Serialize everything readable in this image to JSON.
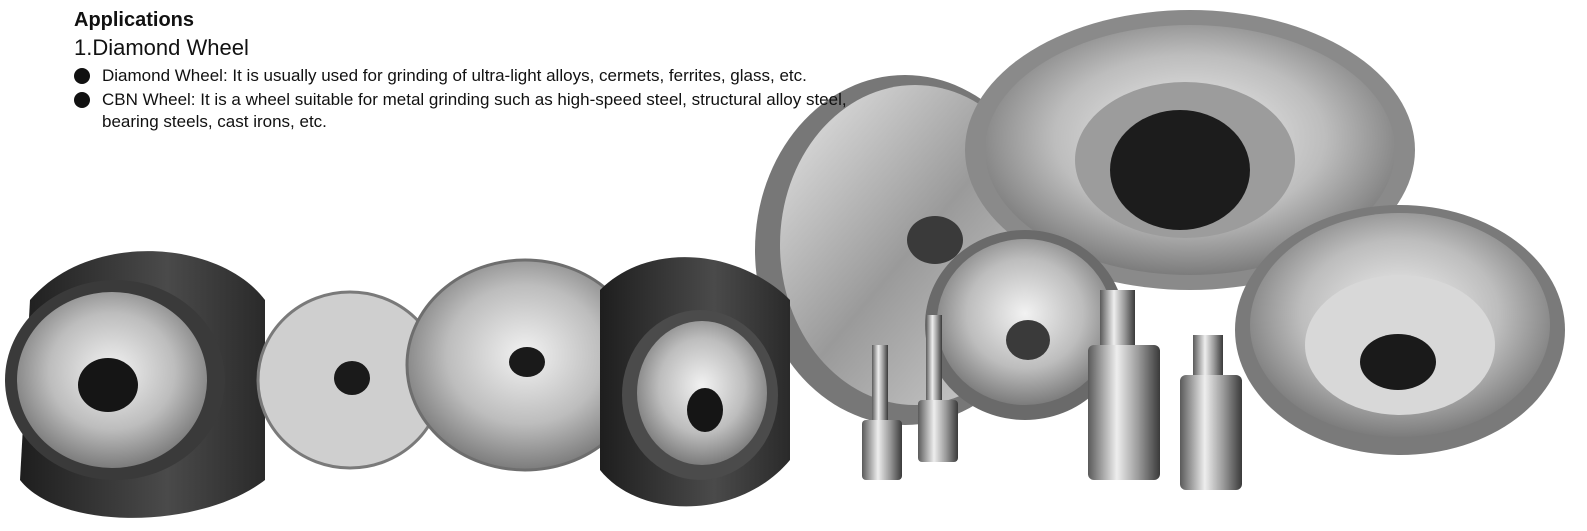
{
  "section": {
    "heading": "Applications",
    "subheading": "1.Diamond Wheel",
    "bullets": [
      {
        "icon": "bullet-dot-icon",
        "text": "Diamond Wheel: It is usually used for grinding of ultra-light alloys, cermets, ferrites, glass, etc."
      },
      {
        "icon": "bullet-dot-icon",
        "text": "CBN Wheel: It is a wheel suitable for metal grinding such as high-speed steel, structural alloy steel, bearing steels, cast irons, etc."
      }
    ]
  },
  "colors": {
    "text": "#111111",
    "background": "#ffffff"
  }
}
